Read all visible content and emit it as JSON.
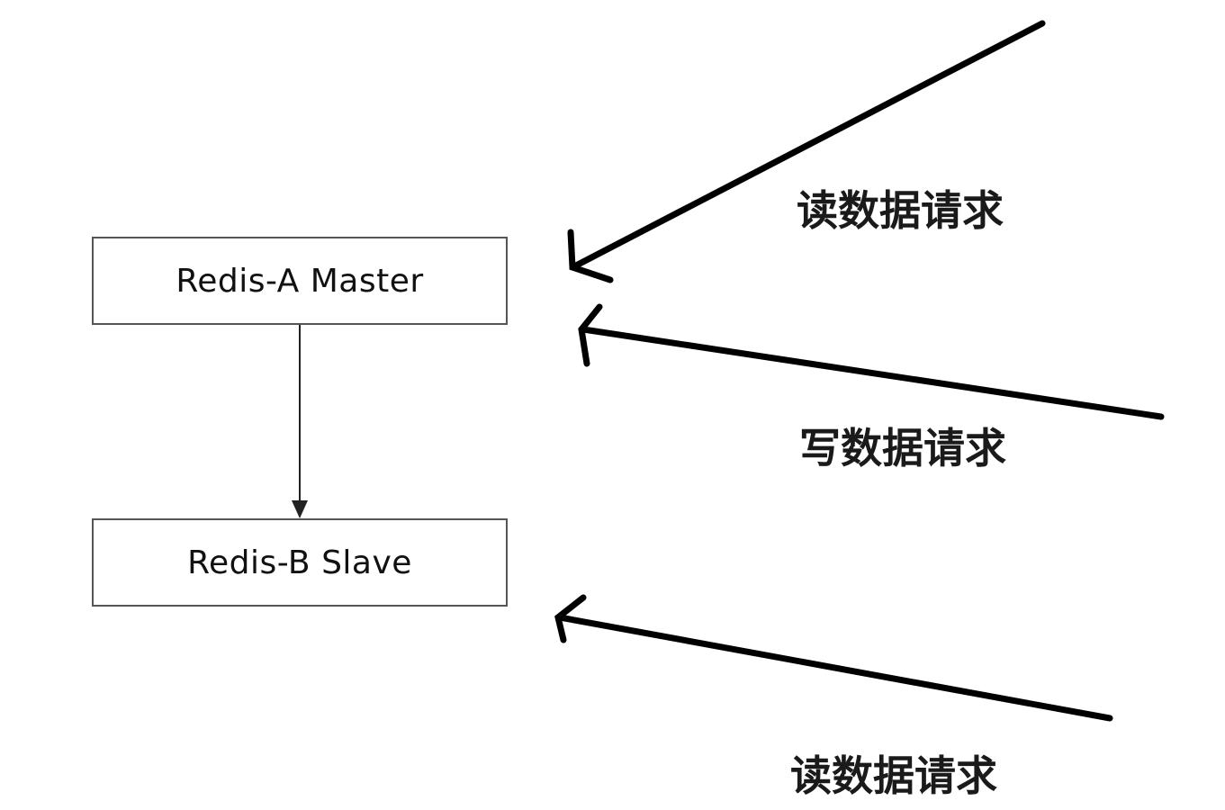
{
  "nodes": {
    "master": "Redis-A Master",
    "slave": "Redis-B Slave"
  },
  "requests": {
    "read_top": "读数据请求",
    "write": "写数据请求",
    "read_bottom": "读数据请求"
  },
  "colors": {
    "arrow": "#000000",
    "box_border": "#555555",
    "background": "#ffffff"
  }
}
